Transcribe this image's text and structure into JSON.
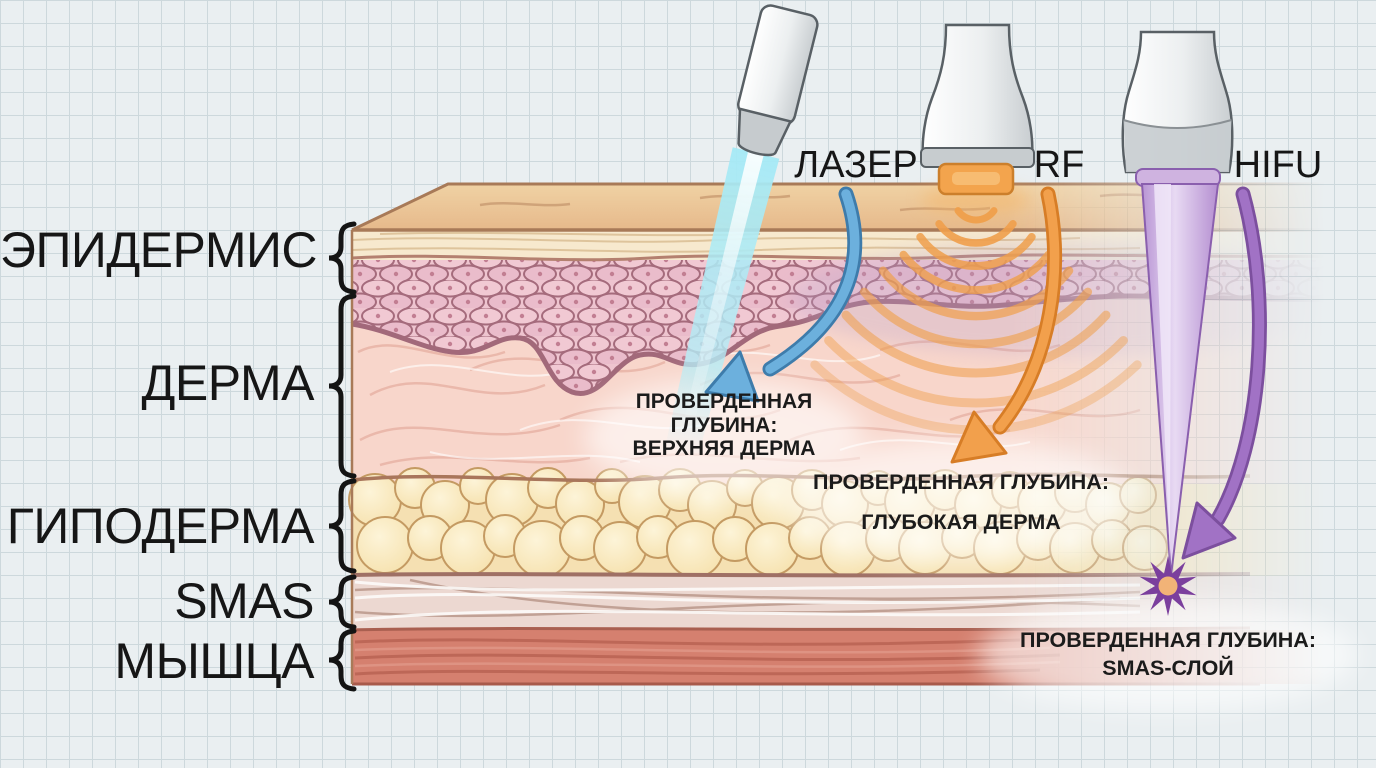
{
  "layer_labels": {
    "epidermis": "ЭПИДЕРМИС",
    "derma": "ДЕРМА",
    "hypoderma": "ГИПОДЕРМА",
    "smas": "SMAS",
    "muscle": "МЫШЦА"
  },
  "device_labels": {
    "laser": "ЛАЗЕР",
    "rf": "RF",
    "hifu": "HIFU"
  },
  "annotations": {
    "laser": "ПРОВЕРДЕННАЯ\nГЛУБИНА:\nВЕРХНЯЯ ДЕРМА",
    "rf": "ПРОВЕРДЕННАЯ ГЛУБИНА:\nГЛУБОКАЯ ДЕРМА",
    "hifu": "ПРОВЕРДЕННАЯ ГЛУБИНА:\nSMAS-СЛОЙ"
  },
  "icons": {
    "laser_depth_arrow": "curved-arrow-down-left",
    "rf_depth_arrow": "curved-arrow-down-left",
    "hifu_depth_arrow": "curved-arrow-down-left",
    "focus_point": "starburst"
  },
  "colors": {
    "background": "#eaeff1",
    "grid_line": "#cdd8dc",
    "text": "#1b1b1b",
    "laser_accent": "#6cb0dd",
    "laser_beam": "#a5e9f5",
    "rf_accent": "#f2a04c",
    "hifu_accent": "#a172c5",
    "skin_surface": "#eac79b",
    "epidermis_fill": "#eec4cf",
    "dermis_fill": "#f8d6cb",
    "fat_fill": "#f7e3b0",
    "smas_fill": "#ecd8d1",
    "muscle_fill": "#d5806f"
  }
}
